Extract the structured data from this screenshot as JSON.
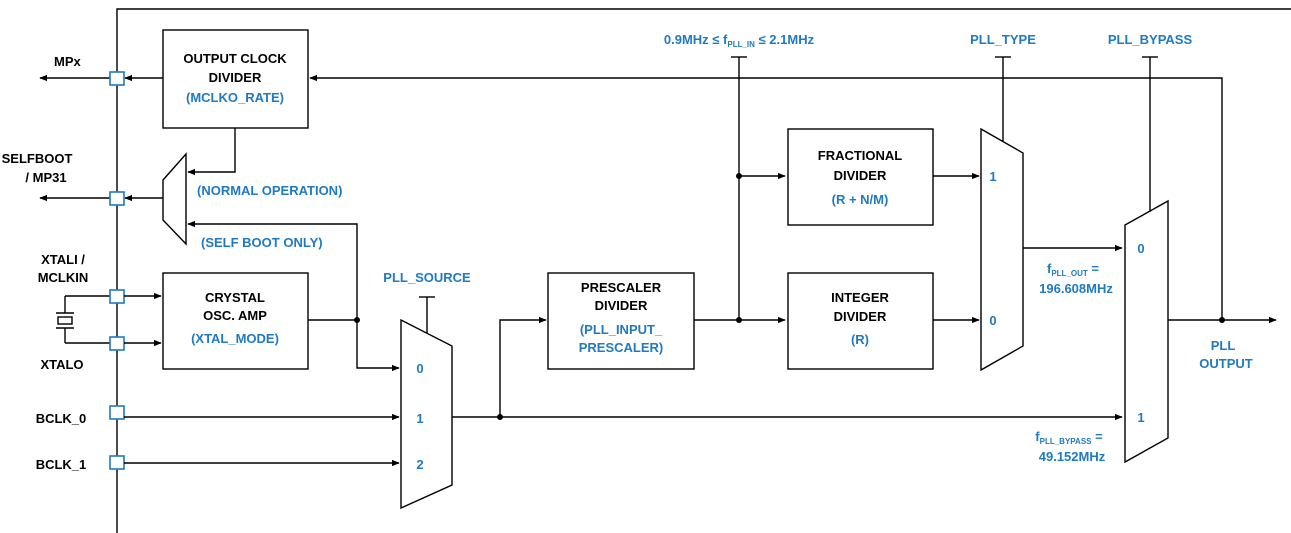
{
  "pins": {
    "mpx": "MPx",
    "selfboot_1": "SELFBOOT",
    "selfboot_2": "/ MP31",
    "xtali_1": "XTALI /",
    "xtali_2": "MCLKIN",
    "xtalo": "XTALO",
    "bclk0": "BCLK_0",
    "bclk1": "BCLK_1"
  },
  "blocks": {
    "output_clock_divider": {
      "line1": "OUTPUT CLOCK",
      "line2": "DIVIDER",
      "param": "(MCLKO_RATE)"
    },
    "crystal_osc": {
      "line1": "CRYSTAL",
      "line2": "OSC. AMP",
      "param": "(XTAL_MODE)"
    },
    "prescaler": {
      "line1": "PRESCALER",
      "line2": "DIVIDER",
      "param1": "(PLL_INPUT_",
      "param2": "PRESCALER)"
    },
    "fractional": {
      "line1": "FRACTIONAL",
      "line2": "DIVIDER",
      "param": "(R + N/M)"
    },
    "integer": {
      "line1": "INTEGER",
      "line2": "DIVIDER",
      "param": "(R)"
    }
  },
  "mux_labels": {
    "normal_operation": "(NORMAL OPERATION)",
    "self_boot_only": "(SELF BOOT ONLY)",
    "pll_source": "PLL_SOURCE",
    "source_in0": "0",
    "source_in1": "1",
    "source_in2": "2",
    "pll_type": "PLL_TYPE",
    "type_in1": "1",
    "type_in0": "0",
    "pll_bypass": "PLL_BYPASS",
    "bypass_in0": "0",
    "bypass_in1": "1"
  },
  "annotations": {
    "fin_range_left": "0.9MHz ≤ f",
    "fin_range_sub": "PLL_IN",
    "fin_range_right": " ≤ 2.1MHz",
    "fout_f": "f",
    "fout_sub": "PLL_OUT",
    "fout_eq": " =",
    "fout_value": "196.608MHz",
    "fbypass_f": "f",
    "fbypass_sub": "PLL_BYPASS",
    "fbypass_eq": " =",
    "fbypass_value": "49.152MHz"
  },
  "output": {
    "line1": "PLL",
    "line2": "OUTPUT"
  },
  "colors": {
    "accent": "#1f7ac1",
    "line": "#000000"
  }
}
